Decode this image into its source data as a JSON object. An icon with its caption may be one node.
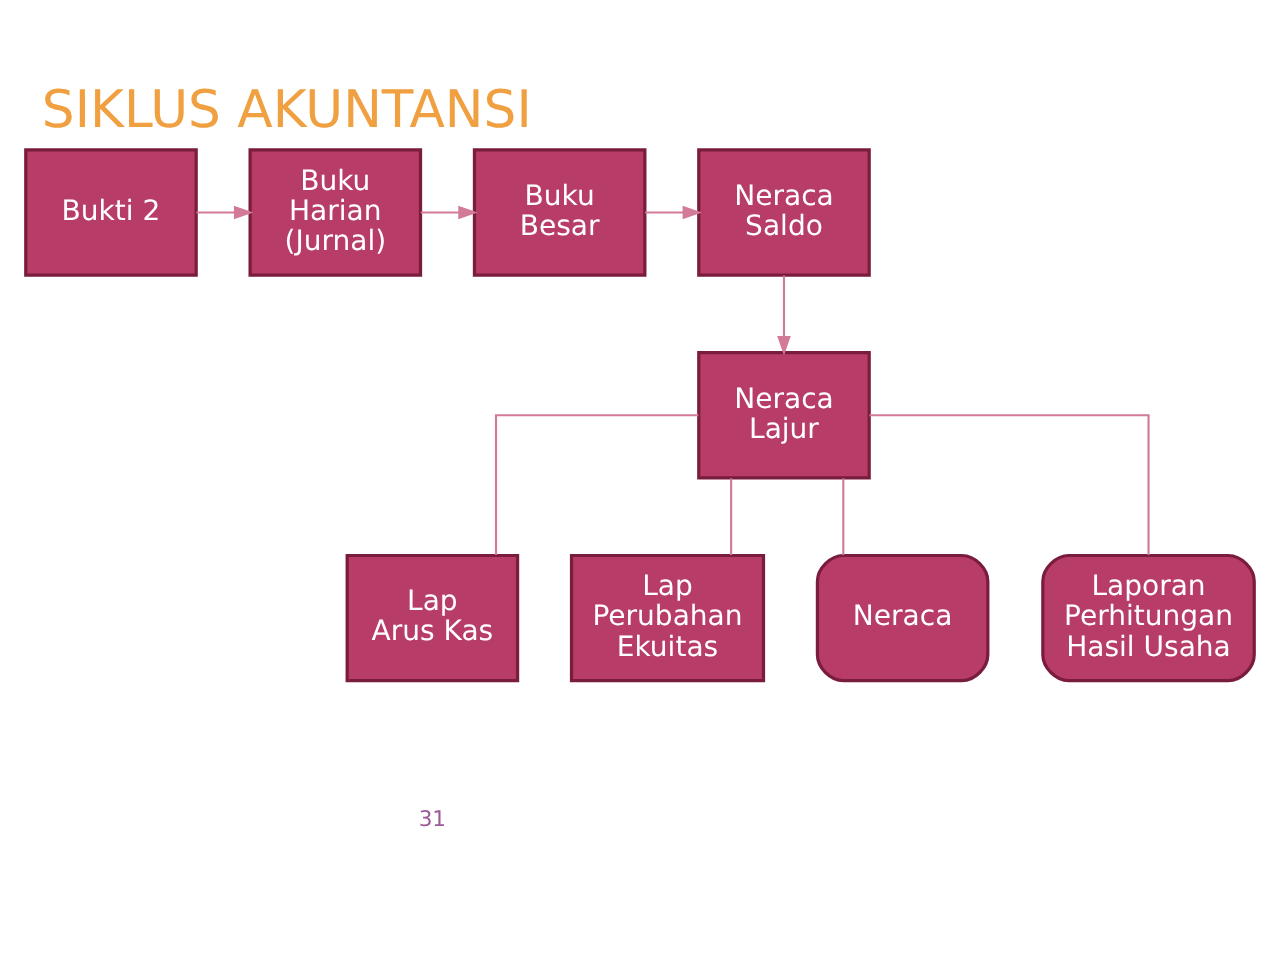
{
  "diagram": {
    "title": "SIKLUS AKUNTANSI",
    "nodes": [
      {
        "text": [
          "Bukti 2"
        ]
      },
      {
        "text": [
          "Buku Harian (Jurnal)"
        ]
      },
      {
        "text": [
          "Buku Besar"
        ]
      },
      {
        "text": [
          "Neraca Saldo"
        ]
      },
      {
        "text": [
          "Neraca Lajur"
        ]
      },
      {
        "text": [
          "Lap Arus Kas"
        ]
      },
      {
        "text": [
          "Lap Perubahan Ekuitas"
        ]
      },
      {
        "text": [
          "Neraca"
        ]
      },
      {
        "text": [
          "Laporan Perhitungan Hasil Usaha"
        ]
      }
    ],
    "edges": [
      {
        "from": 0,
        "to": 1,
        "arrow": "to"
      },
      {
        "from": 1,
        "to": 2,
        "arrow": "to"
      },
      {
        "from": 2,
        "to": 3,
        "arrow": "to"
      },
      {
        "from": 3,
        "to": 4,
        "arrow": "to"
      },
      {
        "from": 4,
        "to": 5,
        "arrow": "none"
      },
      {
        "from": 4,
        "to": 6,
        "arrow": "none"
      },
      {
        "from": 4,
        "to": 7,
        "arrow": "none"
      },
      {
        "from": 4,
        "to": 8,
        "arrow": "none"
      }
    ],
    "labels": [
      "31"
    ]
  }
}
